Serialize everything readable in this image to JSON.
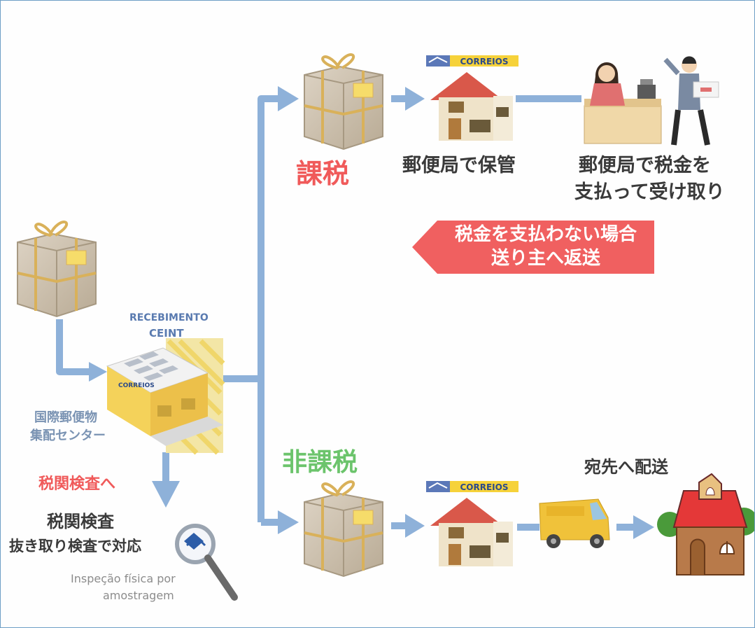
{
  "colors": {
    "arrow": "#8eb1d9",
    "tax_red": "#f05a5a",
    "nontax_green": "#6cc46c",
    "banner_red": "#f06060",
    "parcel": "#cfc2ad",
    "twine": "#d9b15a",
    "house_roof": "#d9584a",
    "correios_yellow": "#f6d23a"
  },
  "center": {
    "title_line1": "RECEBIMENTO",
    "title_line2": "CEINT",
    "sign": "CORREIOS",
    "label_line1": "国際郵便物",
    "label_line2": "集配センター"
  },
  "customs": {
    "arrow_label": "税関検査へ",
    "title": "税関検査",
    "subtitle": "抜き取り検査で対応",
    "note_line1": "Inspeção física por",
    "note_line2": "amostragem"
  },
  "taxed": {
    "label": "課税",
    "logo": "CORREIOS",
    "post_office": "郵便局で保管",
    "pickup_line1": "郵便局で税金を",
    "pickup_line2": "支払って受け取り",
    "banner_line1": "税金を支払わない場合",
    "banner_line2": "送り主へ返送"
  },
  "nontaxed": {
    "label": "非課税",
    "logo": "CORREIOS",
    "destination": "宛先へ配送"
  },
  "icons": {
    "parcel": "parcel-icon",
    "post_office": "post-office-icon",
    "center": "sorting-center-icon",
    "counter": "post-counter-icon",
    "van": "delivery-van-icon",
    "house": "house-icon",
    "magnifier": "magnifier-icon"
  }
}
